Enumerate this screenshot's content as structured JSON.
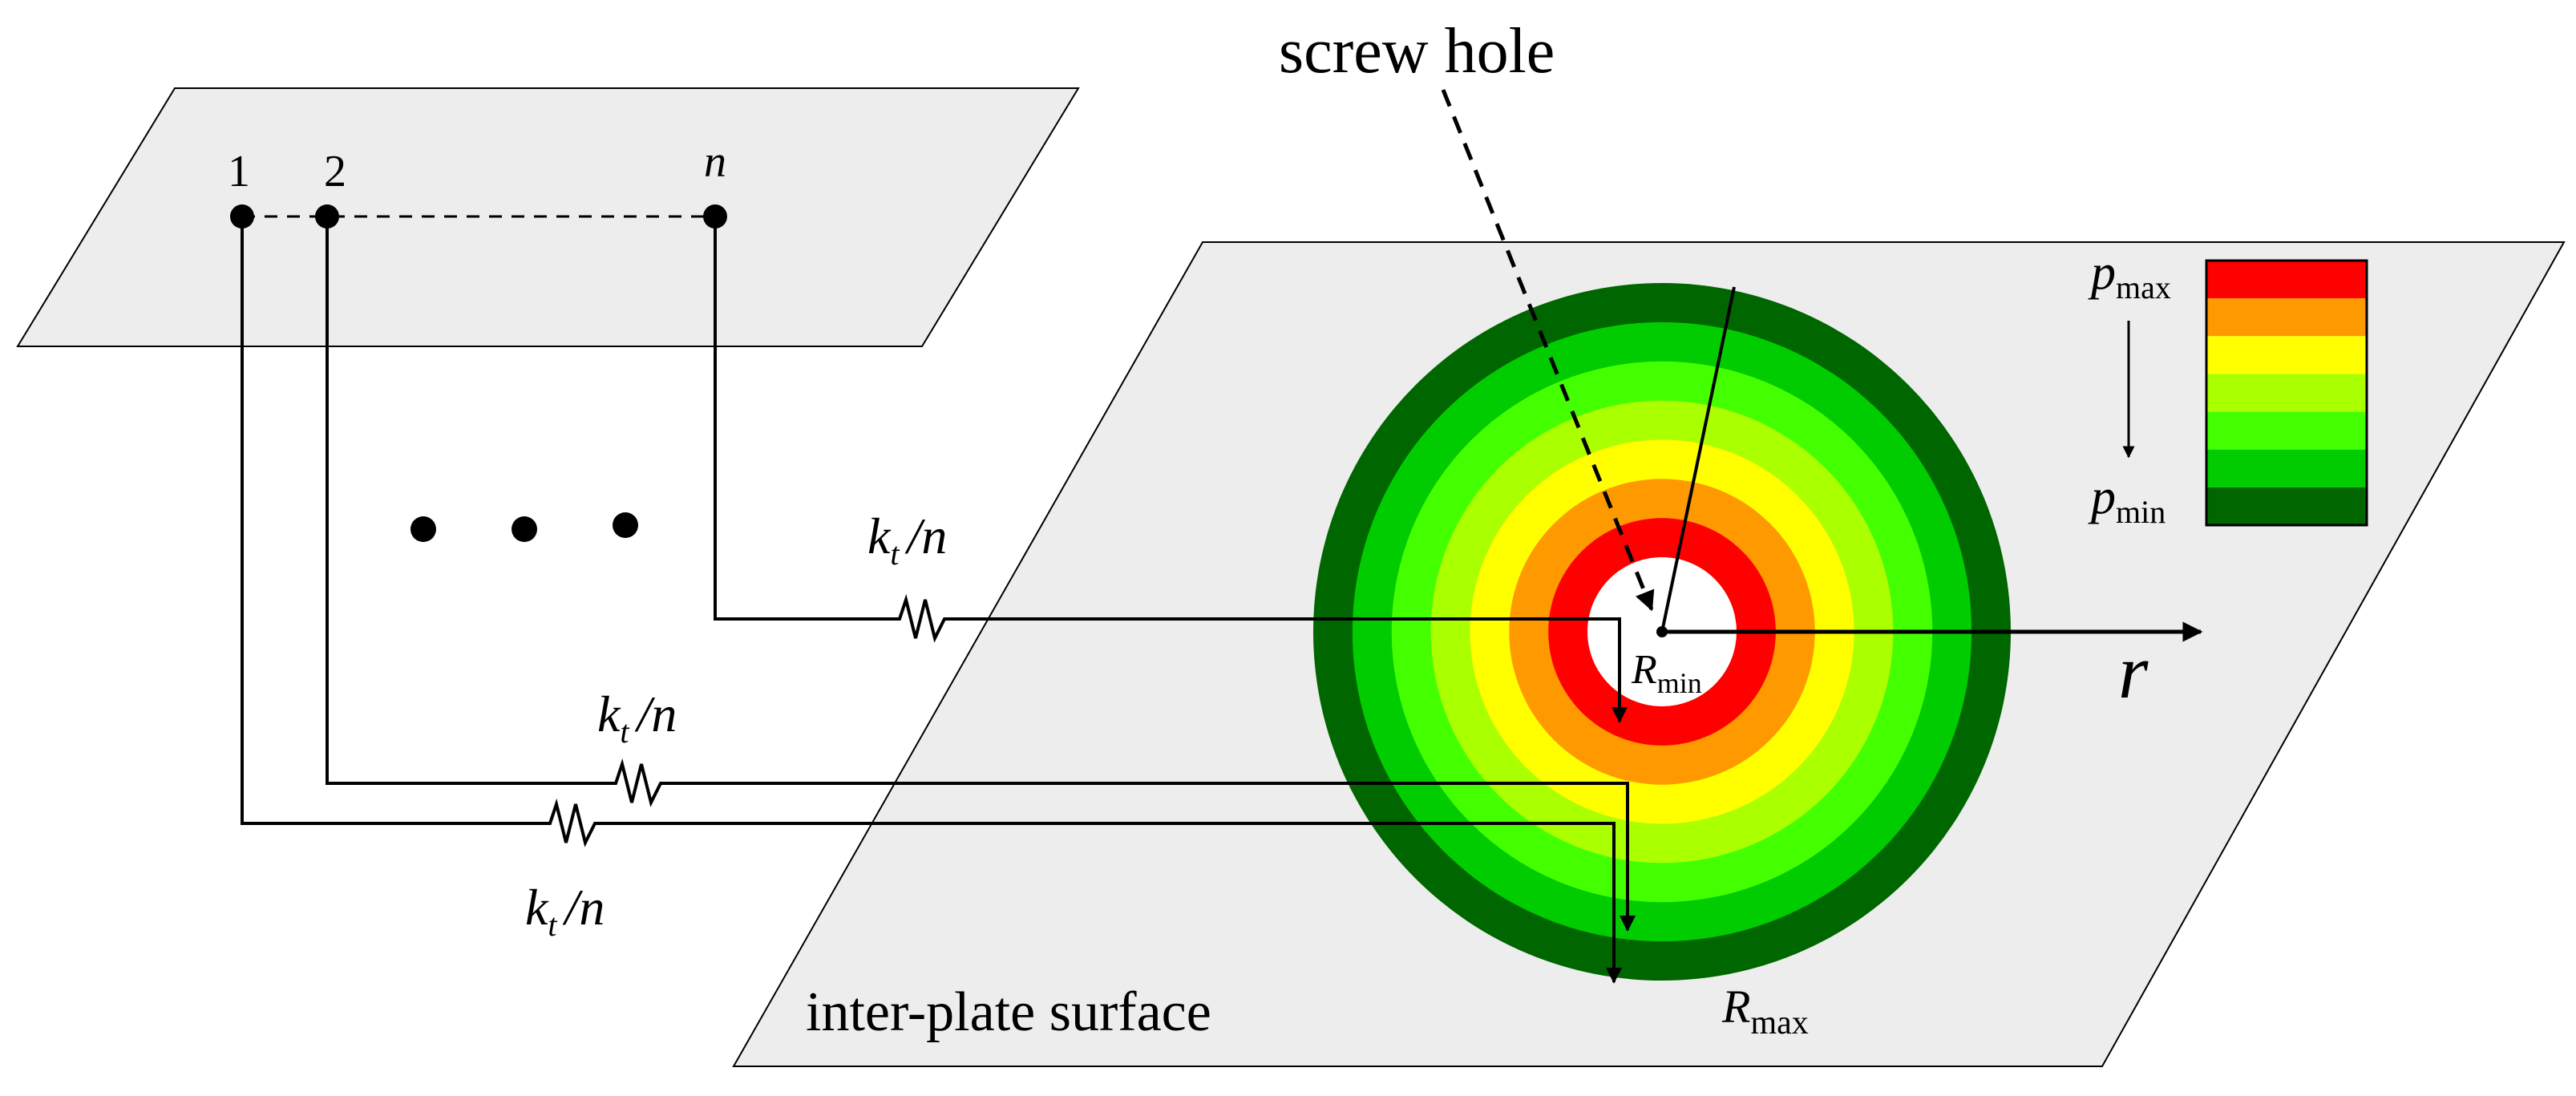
{
  "labels": {
    "screw_hole": "screw hole",
    "node_1": "1",
    "node_2": "2",
    "node_n": "n",
    "spring_top": {
      "k": "k",
      "sub": "t",
      "rest": "/n"
    },
    "spring_middle": {
      "k": "k",
      "sub": "t",
      "rest": "/n"
    },
    "spring_bottom": {
      "k": "k",
      "sub": "t",
      "rest": "/n"
    },
    "r_min": {
      "main": "R",
      "sub": "min"
    },
    "r_max": {
      "main": "R",
      "sub": "max"
    },
    "r_axis": "r",
    "p_max": {
      "main": "p",
      "sub": "max"
    },
    "p_min": {
      "main": "p",
      "sub": "min"
    },
    "surface": "inter-plate surface"
  },
  "pressure_scale": [
    "#ff0000",
    "#ff9900",
    "#ffff00",
    "#aaff00",
    "#44ff00",
    "#00cc00",
    "#006600"
  ],
  "colors": {
    "plate_fill": "#ededed",
    "stroke": "#000000",
    "hole": "#ffffff"
  }
}
